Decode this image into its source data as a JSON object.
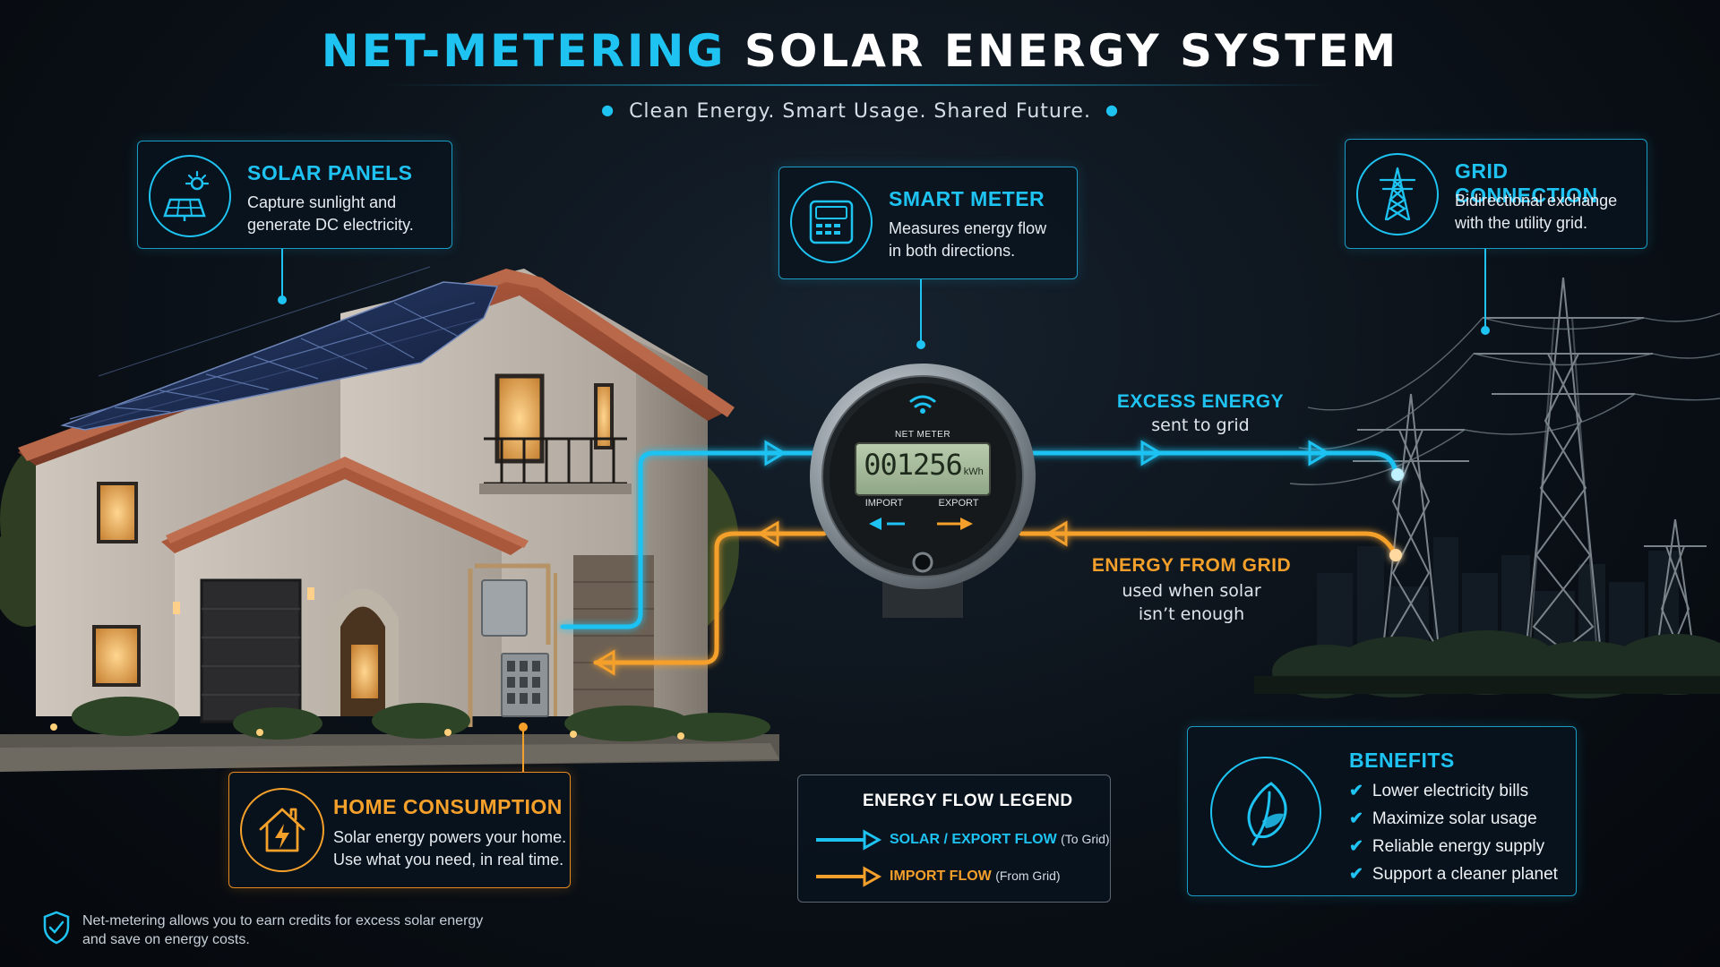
{
  "header": {
    "title_accent": "NET-METERING",
    "title_rest": "SOLAR ENERGY SYSTEM",
    "subtitle": "Clean Energy. Smart Usage. Shared Future."
  },
  "cards": {
    "solar_panels": {
      "title": "SOLAR PANELS",
      "lines": [
        "Capture sunlight and",
        "generate DC electricity."
      ]
    },
    "smart_meter": {
      "title": "SMART METER",
      "lines": [
        "Measures energy flow",
        "in both directions."
      ]
    },
    "grid_connection": {
      "title": "GRID CONNECTION",
      "lines": [
        "Bidirectional exchange",
        "with the utility grid."
      ]
    },
    "home_consumption": {
      "title": "HOME CONSUMPTION",
      "lines": [
        "Solar energy powers your home.",
        "Use what you need, in real time."
      ]
    }
  },
  "meter": {
    "label": "NET METER",
    "reading": "001256",
    "unit": "kWh",
    "import_label": "IMPORT",
    "export_label": "EXPORT"
  },
  "flows": {
    "excess": {
      "title": "EXCESS ENERGY",
      "sub": "sent to grid"
    },
    "from_grid": {
      "title": "ENERGY FROM GRID",
      "lines": [
        "used when solar",
        "isn’t enough"
      ]
    }
  },
  "legend": {
    "title": "ENERGY FLOW LEGEND",
    "items": [
      {
        "label": "SOLAR / EXPORT FLOW",
        "note": "(To Grid)",
        "color": "#1ec3f2"
      },
      {
        "label": "IMPORT FLOW",
        "note": "(From Grid)",
        "color": "#f5a02a"
      }
    ]
  },
  "benefits": {
    "title": "BENEFITS",
    "items": [
      "Lower electricity bills",
      "Maximize solar usage",
      "Reliable energy supply",
      "Support a cleaner planet"
    ]
  },
  "footer": {
    "lines": [
      "Net-metering allows you to earn credits for excess solar energy",
      "and save on energy costs."
    ]
  },
  "icons": {
    "solar_panels": "solar-panel-sun-icon",
    "smart_meter": "meter-device-icon",
    "grid_connection": "transmission-tower-icon",
    "home_consumption": "house-lightning-icon",
    "benefits": "leaf-icon",
    "footer": "shield-check-icon"
  },
  "colors": {
    "export": "#1ec3f2",
    "import": "#f5a02a",
    "background": "#0b1118"
  }
}
